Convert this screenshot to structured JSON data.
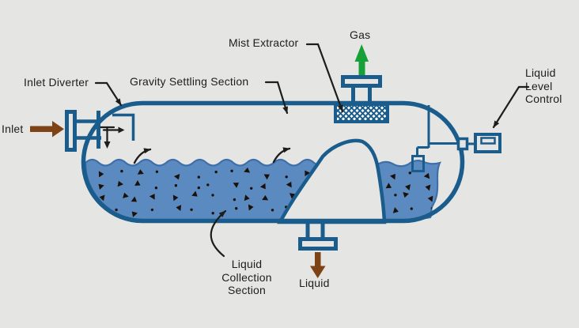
{
  "labels": {
    "inlet": "Inlet",
    "inlet_diverter": "Inlet Diverter",
    "gravity_settling_section": "Gravity Settling Section",
    "mist_extractor": "Mist Extractor",
    "gas": "Gas",
    "liquid_level_control": "Liquid\nLevel\nControl",
    "liquid_collection_section": "Liquid\nCollection\nSection",
    "liquid_out": "Liquid"
  },
  "colors": {
    "background": "#e5e5e3",
    "vessel_blue": "#1a5c8c",
    "liquid_blue": "#5b8ac1",
    "liquid_edge": "#3f6fa8",
    "gas_green": "#18a038",
    "flow_brown": "#7d4216",
    "particle": "#1c1108",
    "text": "#1d1d1b"
  }
}
